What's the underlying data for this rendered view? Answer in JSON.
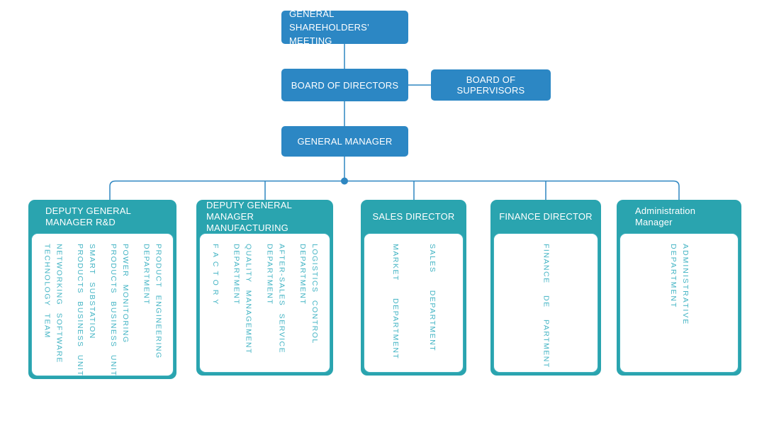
{
  "colors": {
    "node_blue": "#2C87C4",
    "branch_teal": "#2AA4AF",
    "item_text": "#44B4C4",
    "connector": "#2E86C1",
    "panel_border": "#3FB0BD",
    "background": "#FFFFFF"
  },
  "nodes": {
    "shareholders": {
      "label": "GENERAL SHAREHOLDERS’ MEETING"
    },
    "board_directors": {
      "label": "BOARD OF DIRECTORS"
    },
    "board_supervisors": {
      "label": "BOARD OF SUPERVISORS"
    },
    "general_manager": {
      "label": "GENERAL MANAGER"
    }
  },
  "columns": [
    {
      "header": "DEPUTY GENERAL MANAGER R&D",
      "items": [
        {
          "label": "NETWORKING SOFTWARE TECHNOLOGY TEAM",
          "lines": [
            "NETWORKING SOFTWARE",
            "TECHNOLOGY TEAM"
          ]
        },
        {
          "label": "SMART SUBSTATION PRODUCTS BUSINESS UNIT",
          "lines": [
            "SMART SUBSTATION",
            "PRODUCTS BUSINESS UNIT"
          ]
        },
        {
          "label": "POWER MONITORING PRODUCTS BUSINESS UNIT",
          "lines": [
            "POWER MONITORING",
            "PRODUCTS BUSINESS UNIT"
          ]
        },
        {
          "label": "PRODUCT ENGINEERING DEPARTMENT",
          "lines": [
            "PRODUCT ENGINEERING",
            "DEPARTMENT"
          ]
        }
      ]
    },
    {
      "header": "DEPUTY GENERAL MANAGER MANUFACTURING",
      "items": [
        {
          "label": "FACTORY",
          "lines": [
            "FACTORY"
          ]
        },
        {
          "label": "QUALITY MANAGEMENT DEPARTMENT",
          "lines": [
            "QUALITY MANAGEMENT",
            "DEPARTMENT"
          ]
        },
        {
          "label": "AFTER-SALES SERVICE DEPARTMENT",
          "lines": [
            "AFTER-SALES SERVICE",
            "DEPARTMENT"
          ]
        },
        {
          "label": "LOGISTICS CONTROL DEPARTMENT",
          "lines": [
            "LOGISTICS CONTROL",
            "DEPARTMENT"
          ]
        }
      ]
    },
    {
      "header": "SALES DIRECTOR",
      "items": [
        {
          "label": "MARKET DEPARTMENT",
          "lines": [
            "MARKET DEPARTMENT"
          ]
        },
        {
          "label": "SALES DEPARTMENT",
          "lines": [
            "SALES DEPARTMENT"
          ]
        }
      ]
    },
    {
      "header": "FINANCE DIRECTOR",
      "items": [
        {
          "label": "FINANCE DE PARTMENT",
          "lines": [
            "FINANCE DE PARTMENT"
          ]
        }
      ]
    },
    {
      "header": "Administration Manager",
      "items": [
        {
          "label": "ADMINISTRATIVE DEPARTMENT",
          "lines": [
            "ADMINISTRATIVE",
            "DEPARTMENT"
          ]
        }
      ]
    }
  ]
}
